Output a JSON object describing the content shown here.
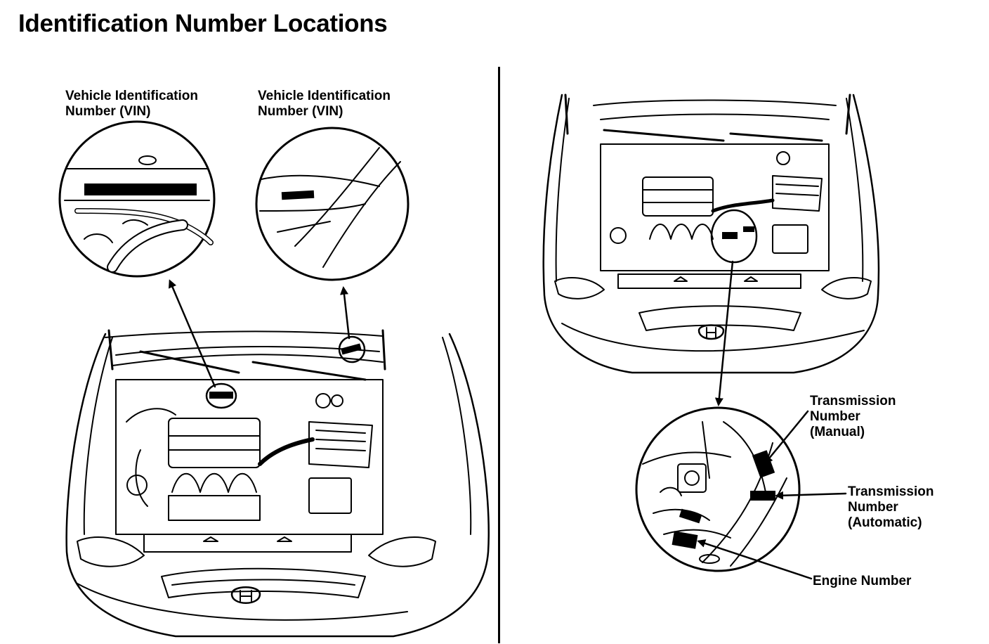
{
  "title": "Identification Number Locations",
  "labels": {
    "vin_left": [
      "Vehicle Identification",
      "Number (VIN)"
    ],
    "vin_right": [
      "Vehicle Identification",
      "Number (VIN)"
    ],
    "trans_manual": [
      "Transmission",
      "Number",
      "(Manual)"
    ],
    "trans_auto": [
      "Transmission",
      "Number",
      "(Automatic)"
    ],
    "engine": [
      "Engine Number"
    ]
  }
}
